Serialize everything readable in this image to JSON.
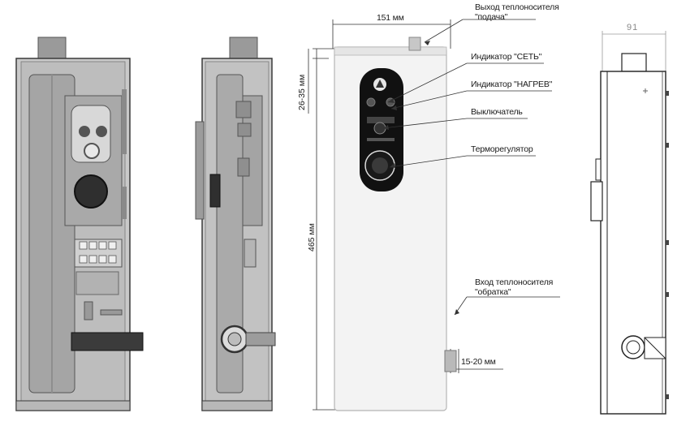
{
  "diagram": {
    "front_view": {
      "dimensions": {
        "width": "151 мм",
        "top_offset": "26-35 мм",
        "height": "465 мм",
        "pipe_protrusion": "15-20 мм"
      },
      "callouts": {
        "outlet_line1": "Выход теплоносителя",
        "outlet_line2": "\"подача\"",
        "power_indicator": "Индикатор \"СЕТЬ\"",
        "heat_indicator": "Индикатор \"НАГРЕВ\"",
        "switch": "Выключатель",
        "thermostat": "Терморегулятор",
        "inlet_line1": "Вход теплоносителя",
        "inlet_line2": "\"обратка\""
      }
    },
    "side_view": {
      "depth": "91"
    }
  }
}
